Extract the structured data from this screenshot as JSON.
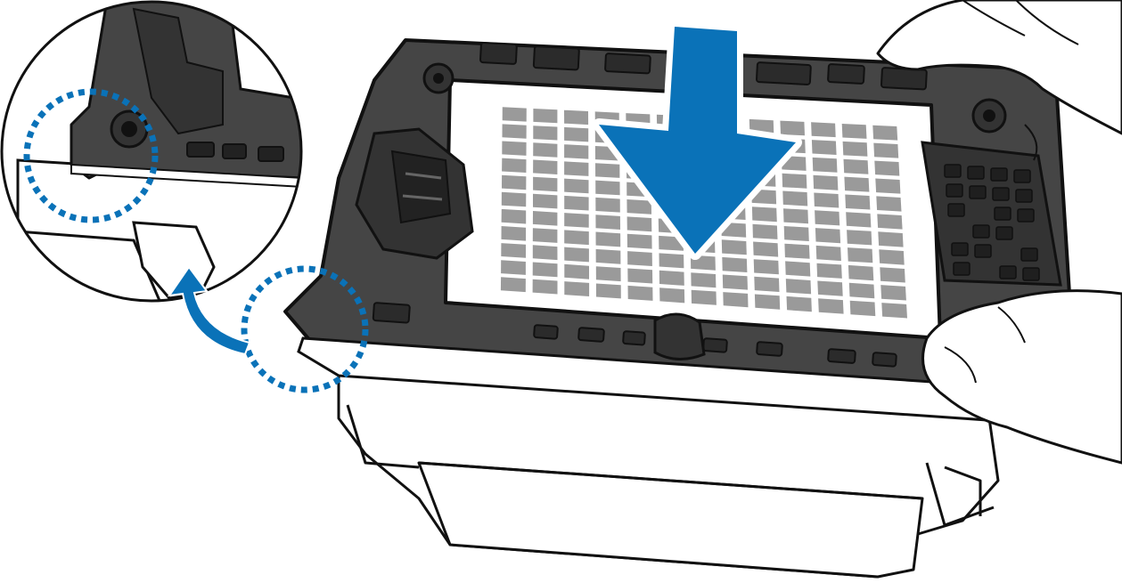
{
  "diagram": {
    "kind": "assembly-instruction-illustration",
    "labels": [],
    "colors": {
      "frame": "#454545",
      "frame_dark": "#1c1c1c",
      "grid_cell": "#9a9a9a",
      "arrow": "#0a72b8",
      "callout_dots": "#0a72b8",
      "outline": "#111111",
      "background": "#ffffff"
    },
    "icons": [
      "down-arrow-icon",
      "curved-arrow-icon",
      "hand-icon",
      "magnifier-callout"
    ],
    "pad_grid": {
      "rows": 11,
      "cols": 13
    }
  }
}
